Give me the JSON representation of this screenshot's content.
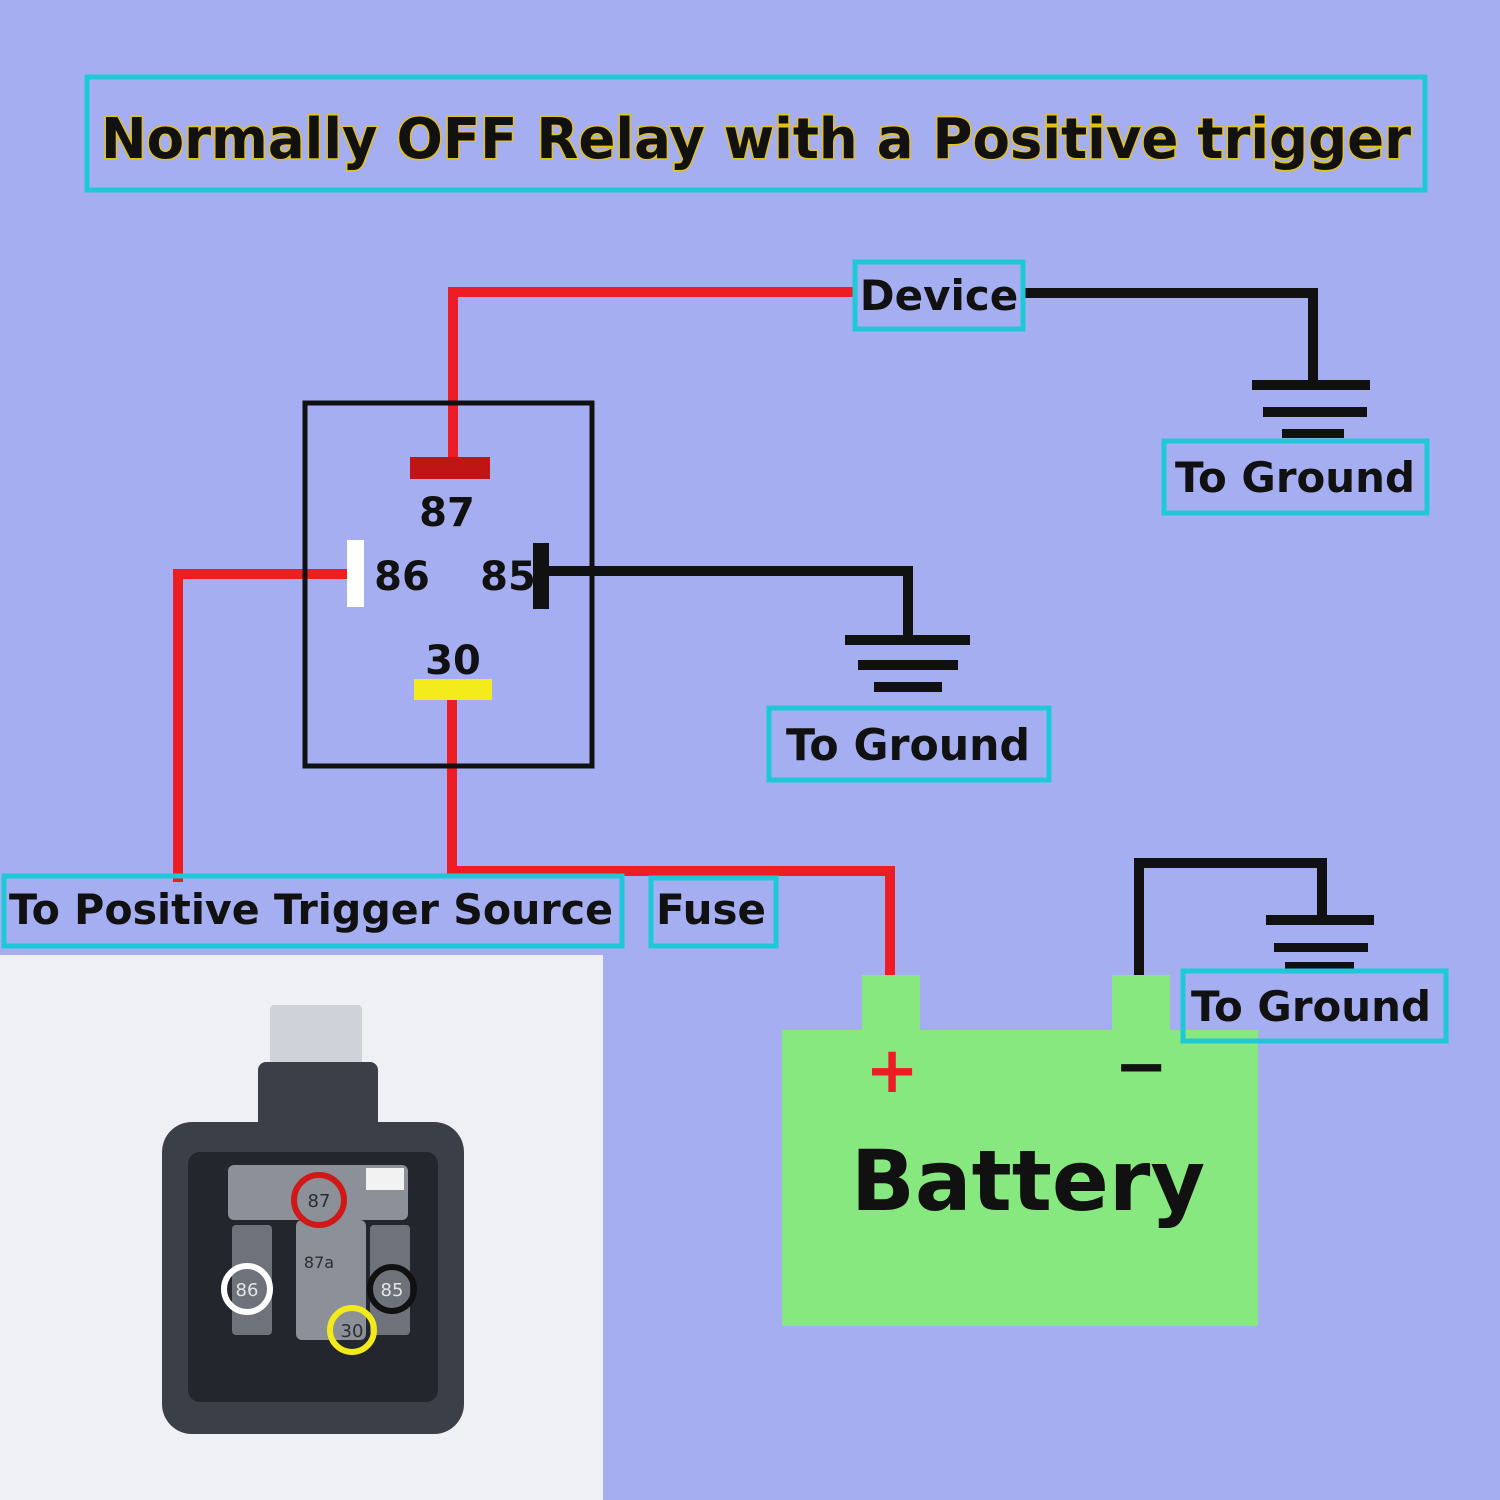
{
  "title": "Normally OFF Relay with a Positive trigger",
  "labels": {
    "device": "Device",
    "ground_top": "To Ground",
    "ground_mid": "To Ground",
    "ground_battery": "To Ground",
    "trigger": "To Positive Trigger Source",
    "fuse": "Fuse",
    "battery": "Battery"
  },
  "pins": {
    "p87": "87",
    "p86": "86",
    "p85": "85",
    "p30": "30"
  },
  "battery_terminals": {
    "positive": "+",
    "negative": "−"
  },
  "photo_pins": {
    "p87": "87",
    "p87a": "87a",
    "p86": "86",
    "p85": "85",
    "p30": "30"
  },
  "colors": {
    "background": "#a4aef0",
    "wire_positive": "#ee1c24",
    "wire_ground": "#111111",
    "label_border": "#1fc8d8",
    "battery": "#86e87f",
    "pin_87": "#c01515",
    "pin_86": "#ffffff",
    "pin_85": "#111111",
    "pin_30": "#f2ea1a",
    "title_outline": "#e6c21a"
  }
}
